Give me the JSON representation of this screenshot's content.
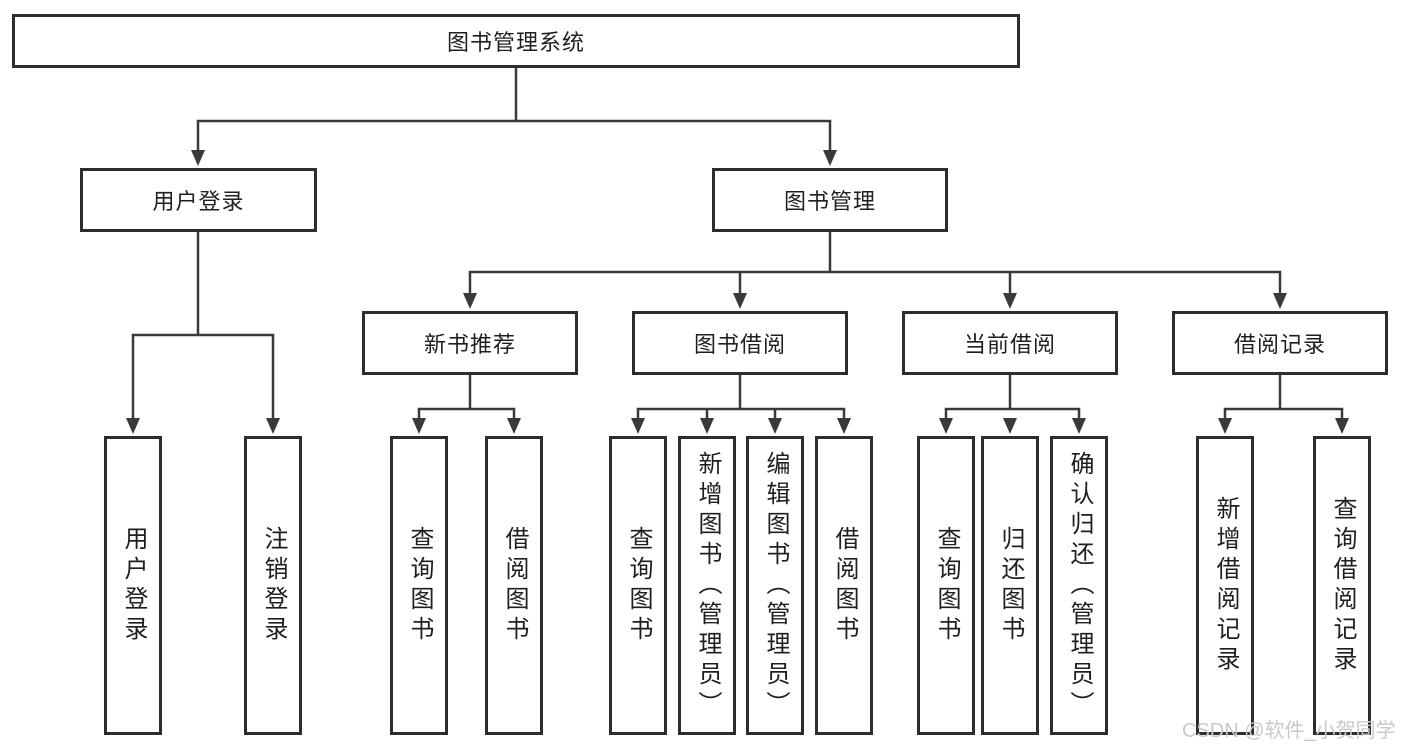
{
  "tree": {
    "label": "图书管理系统",
    "children": [
      {
        "label": "用户登录",
        "children": [
          {
            "label": "用户登录"
          },
          {
            "label": "注销登录"
          }
        ]
      },
      {
        "label": "图书管理",
        "children": [
          {
            "label": "新书推荐",
            "children": [
              {
                "label": "查询图书"
              },
              {
                "label": "借阅图书"
              }
            ]
          },
          {
            "label": "图书借阅",
            "children": [
              {
                "label": "查询图书"
              },
              {
                "label": "新增图书（管理员）"
              },
              {
                "label": "编辑图书（管理员）"
              },
              {
                "label": "借阅图书"
              }
            ]
          },
          {
            "label": "当前借阅",
            "children": [
              {
                "label": "查询图书"
              },
              {
                "label": "归还图书"
              },
              {
                "label": "确认归还（管理员）"
              }
            ]
          },
          {
            "label": "借阅记录",
            "children": [
              {
                "label": "新增借阅记录"
              },
              {
                "label": "查询借阅记录"
              }
            ]
          }
        ]
      }
    ]
  },
  "watermark": {
    "text": "CSDN @软件_小贺同学"
  },
  "colors": {
    "line": "#3a3a3a",
    "box_border": "#2d2d2d",
    "text": "#1f1f1f",
    "watermark": "#c6cad0",
    "background": "#ffffff"
  }
}
